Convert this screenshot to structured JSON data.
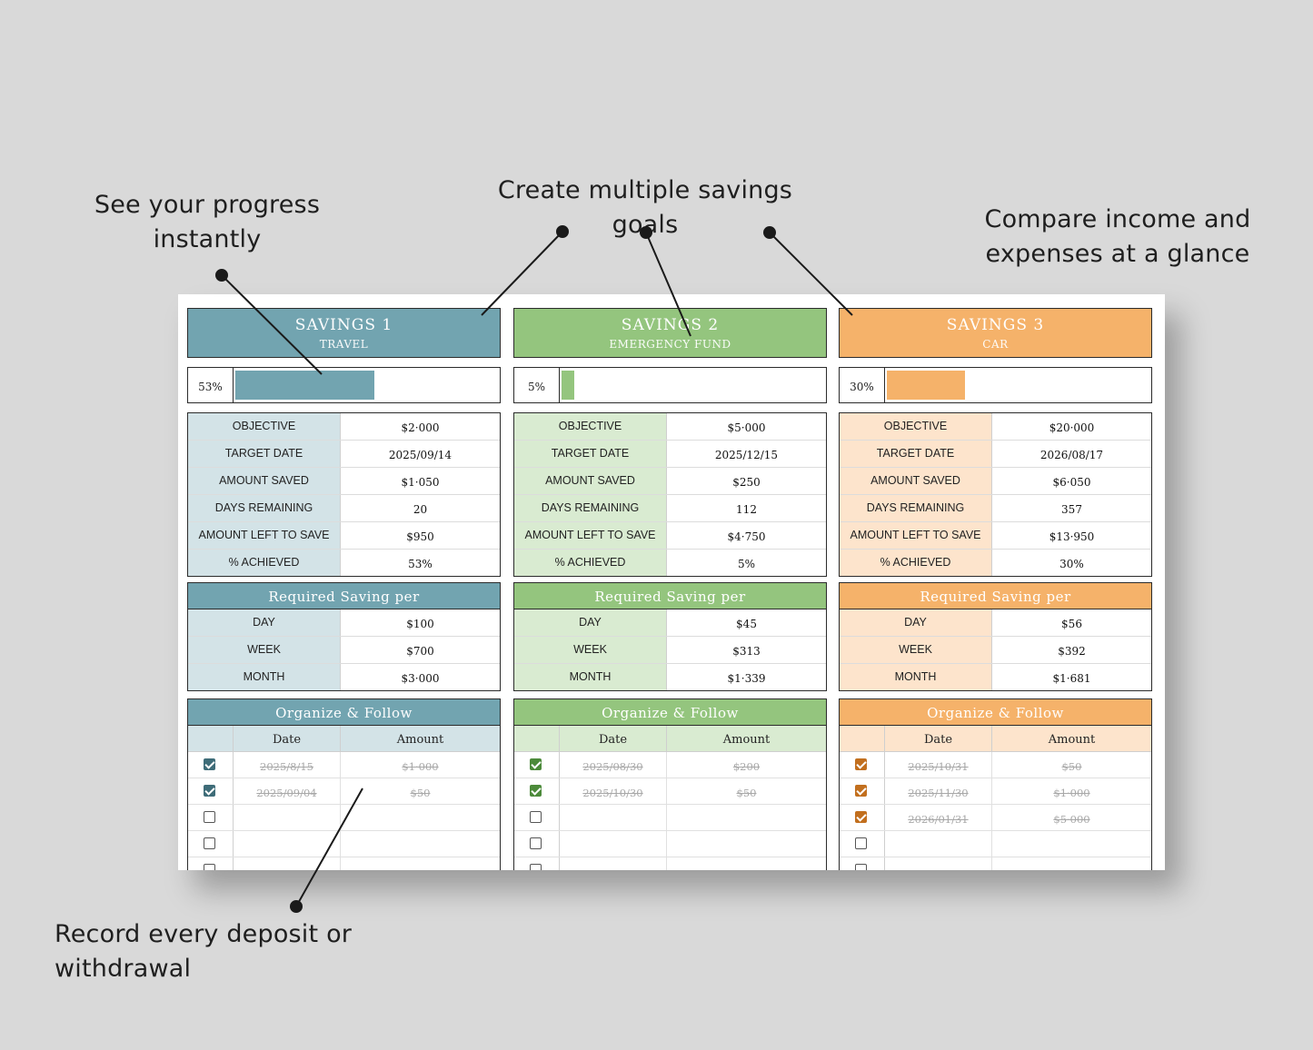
{
  "callouts": {
    "progress": "See your progress instantly",
    "multiple": "Create multiple savings goals",
    "compare": "Compare income and expenses at a glance",
    "record": "Record every deposit or withdrawal"
  },
  "colors": {
    "travel": "#72a4b0",
    "emergency": "#94c57e",
    "car": "#f5b26a"
  },
  "labels": {
    "objective": "OBJECTIVE",
    "target_date": "TARGET DATE",
    "amount_saved": "AMOUNT SAVED",
    "days_remaining": "DAYS REMAINING",
    "amount_left": "AMOUNT LEFT TO SAVE",
    "achieved": "% ACHIEVED",
    "required_title": "Required Saving per",
    "day": "DAY",
    "week": "WEEK",
    "month": "MONTH",
    "organize_title": "Organize & Follow",
    "date_col": "Date",
    "amount_col": "Amount"
  },
  "savings": [
    {
      "title": "SAVINGS 1",
      "subtitle": "TRAVEL",
      "progress_pct": "53%",
      "progress_fraction": 0.53,
      "objective": "$2·000",
      "target_date": "2025/09/14",
      "amount_saved": "$1·050",
      "days_remaining": "20",
      "amount_left": "$950",
      "achieved": "53%",
      "per_day": "$100",
      "per_week": "$700",
      "per_month": "$3·000",
      "entries": [
        {
          "checked": true,
          "date": "2025/8/15",
          "amount": "$1·000"
        },
        {
          "checked": true,
          "date": "2025/09/04",
          "amount": "$50"
        },
        {
          "checked": false,
          "date": "",
          "amount": ""
        },
        {
          "checked": false,
          "date": "",
          "amount": ""
        },
        {
          "checked": false,
          "date": "",
          "amount": ""
        }
      ]
    },
    {
      "title": "SAVINGS  2",
      "subtitle": "EMERGENCY FUND",
      "progress_pct": "5%",
      "progress_fraction": 0.05,
      "objective": "$5·000",
      "target_date": "2025/12/15",
      "amount_saved": "$250",
      "days_remaining": "112",
      "amount_left": "$4·750",
      "achieved": "5%",
      "per_day": "$45",
      "per_week": "$313",
      "per_month": "$1·339",
      "entries": [
        {
          "checked": true,
          "date": "2025/08/30",
          "amount": "$200"
        },
        {
          "checked": true,
          "date": "2025/10/30",
          "amount": "$50"
        },
        {
          "checked": false,
          "date": "",
          "amount": ""
        },
        {
          "checked": false,
          "date": "",
          "amount": ""
        },
        {
          "checked": false,
          "date": "",
          "amount": ""
        }
      ]
    },
    {
      "title": "SAVINGS 3",
      "subtitle": "CAR",
      "progress_pct": "30%",
      "progress_fraction": 0.3,
      "objective": "$20·000",
      "target_date": "2026/08/17",
      "amount_saved": "$6·050",
      "days_remaining": "357",
      "amount_left": "$13·950",
      "achieved": "30%",
      "per_day": "$56",
      "per_week": "$392",
      "per_month": "$1·681",
      "entries": [
        {
          "checked": true,
          "date": "2025/10/31",
          "amount": "$50"
        },
        {
          "checked": true,
          "date": "2025/11/30",
          "amount": "$1·000"
        },
        {
          "checked": true,
          "date": "2026/01/31",
          "amount": "$5·000"
        },
        {
          "checked": false,
          "date": "",
          "amount": ""
        },
        {
          "checked": false,
          "date": "",
          "amount": ""
        }
      ]
    }
  ]
}
